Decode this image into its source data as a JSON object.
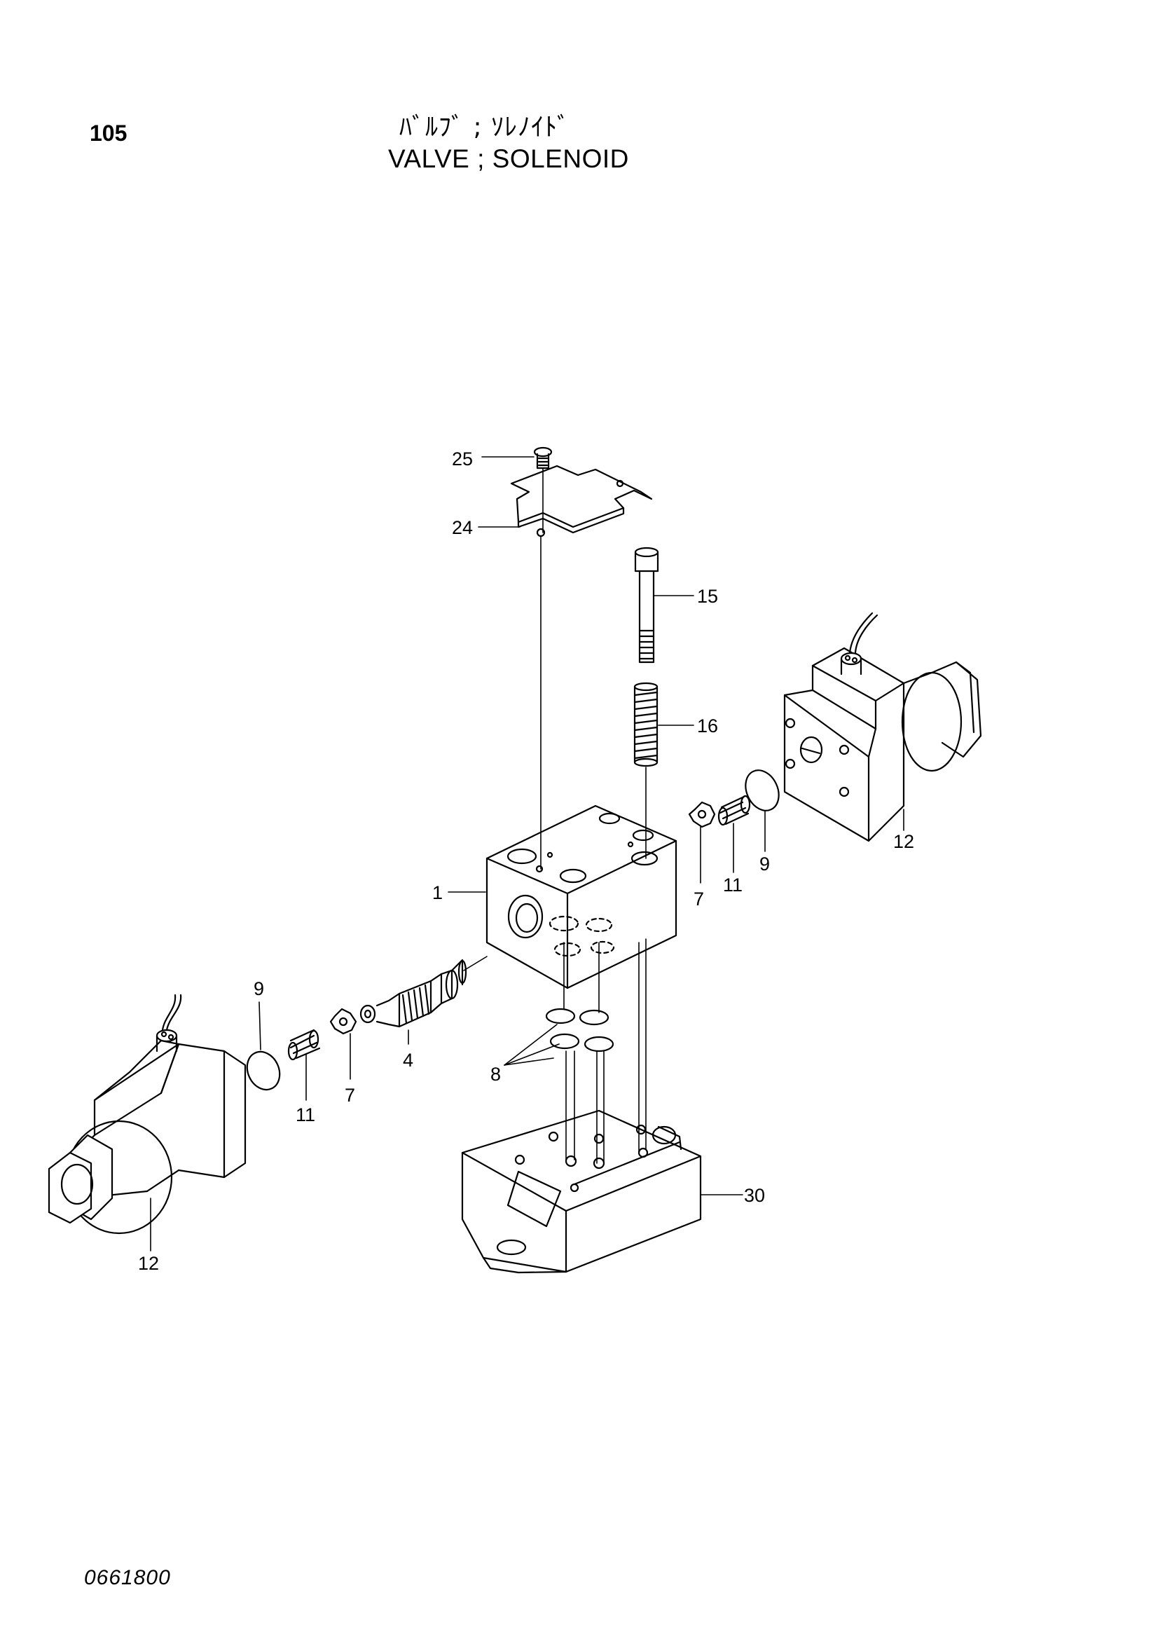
{
  "header": {
    "page_number": "105",
    "title_jp": "ﾊﾞﾙﾌﾞ ; ｿﾚﾉｲﾄﾞ",
    "title_en": "VALVE ; SOLENOID"
  },
  "footer": {
    "drawing_number": "0661800"
  },
  "part_labels": {
    "p1": "1",
    "p4": "4",
    "p7_left": "7",
    "p7_right": "7",
    "p8": "8",
    "p9_left": "9",
    "p9_right": "9",
    "p11_left": "11",
    "p11_right": "11",
    "p12_left": "12",
    "p12_right": "12",
    "p15": "15",
    "p16": "16",
    "p24": "24",
    "p25": "25",
    "p30": "30"
  }
}
